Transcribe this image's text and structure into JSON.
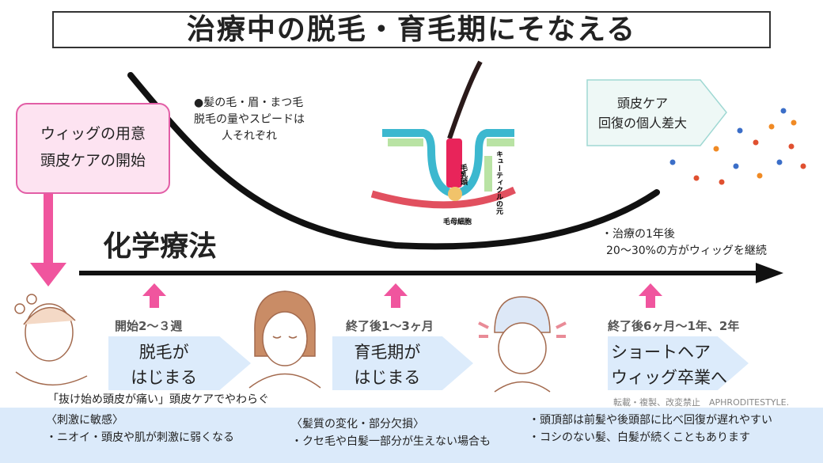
{
  "title": "治療中の脱毛・育毛期にそなえる",
  "prep_box": {
    "line1": "ウィッグの用意",
    "line2": "頭皮ケアの開始"
  },
  "hair_note": {
    "line1": "●髪の毛・眉・まつ毛",
    "line2": "脱毛の量やスピードは",
    "line3": "人それぞれ"
  },
  "diagram_labels": {
    "papilla": "毛乳頭",
    "matrix": "毛母細胞",
    "cuticle": "キューティクルの元"
  },
  "recovery_box": {
    "line1": "頭皮ケア",
    "line2": "回復の個人差大"
  },
  "chemo_label": "化学療法",
  "after_year_note": {
    "line1": "・治療の1年後",
    "line2": "20〜30%の方がウィッグを継続"
  },
  "stages": [
    {
      "timing": "開始2〜３週",
      "line1": "脱毛が",
      "line2": "はじまる"
    },
    {
      "timing": "終了後1〜3ヶ月",
      "line1": "育毛期が",
      "line2": "はじまる"
    },
    {
      "timing": "終了後6ヶ月〜1年、2年",
      "line1": "ショートヘア",
      "line2": "ウィッグ卒業へ"
    }
  ],
  "scalp_note": "「抜け始め頭皮が痛い」頭皮ケアでやわらぐ",
  "copyright": "転載・複製、改変禁止　APHRODITESTYLE.",
  "bottom": {
    "col1": {
      "heading": "〈刺激に敏感〉",
      "text": "・ニオイ・頭皮や肌が刺激に弱くなる"
    },
    "col2": {
      "heading": "〈髪質の変化・部分欠損〉",
      "text": "・クセ毛や白髪一部分が生えない場合も"
    },
    "col3": {
      "line1": "・頭頂部は前髪や後頭部に比べ回復が遅れやすい",
      "line2": "・コシのない髪、白髪が続くこともあります"
    }
  },
  "colors": {
    "pink": "#f0559e",
    "light_blue": "#dcebfb",
    "pink_fill": "#fde3f1"
  }
}
